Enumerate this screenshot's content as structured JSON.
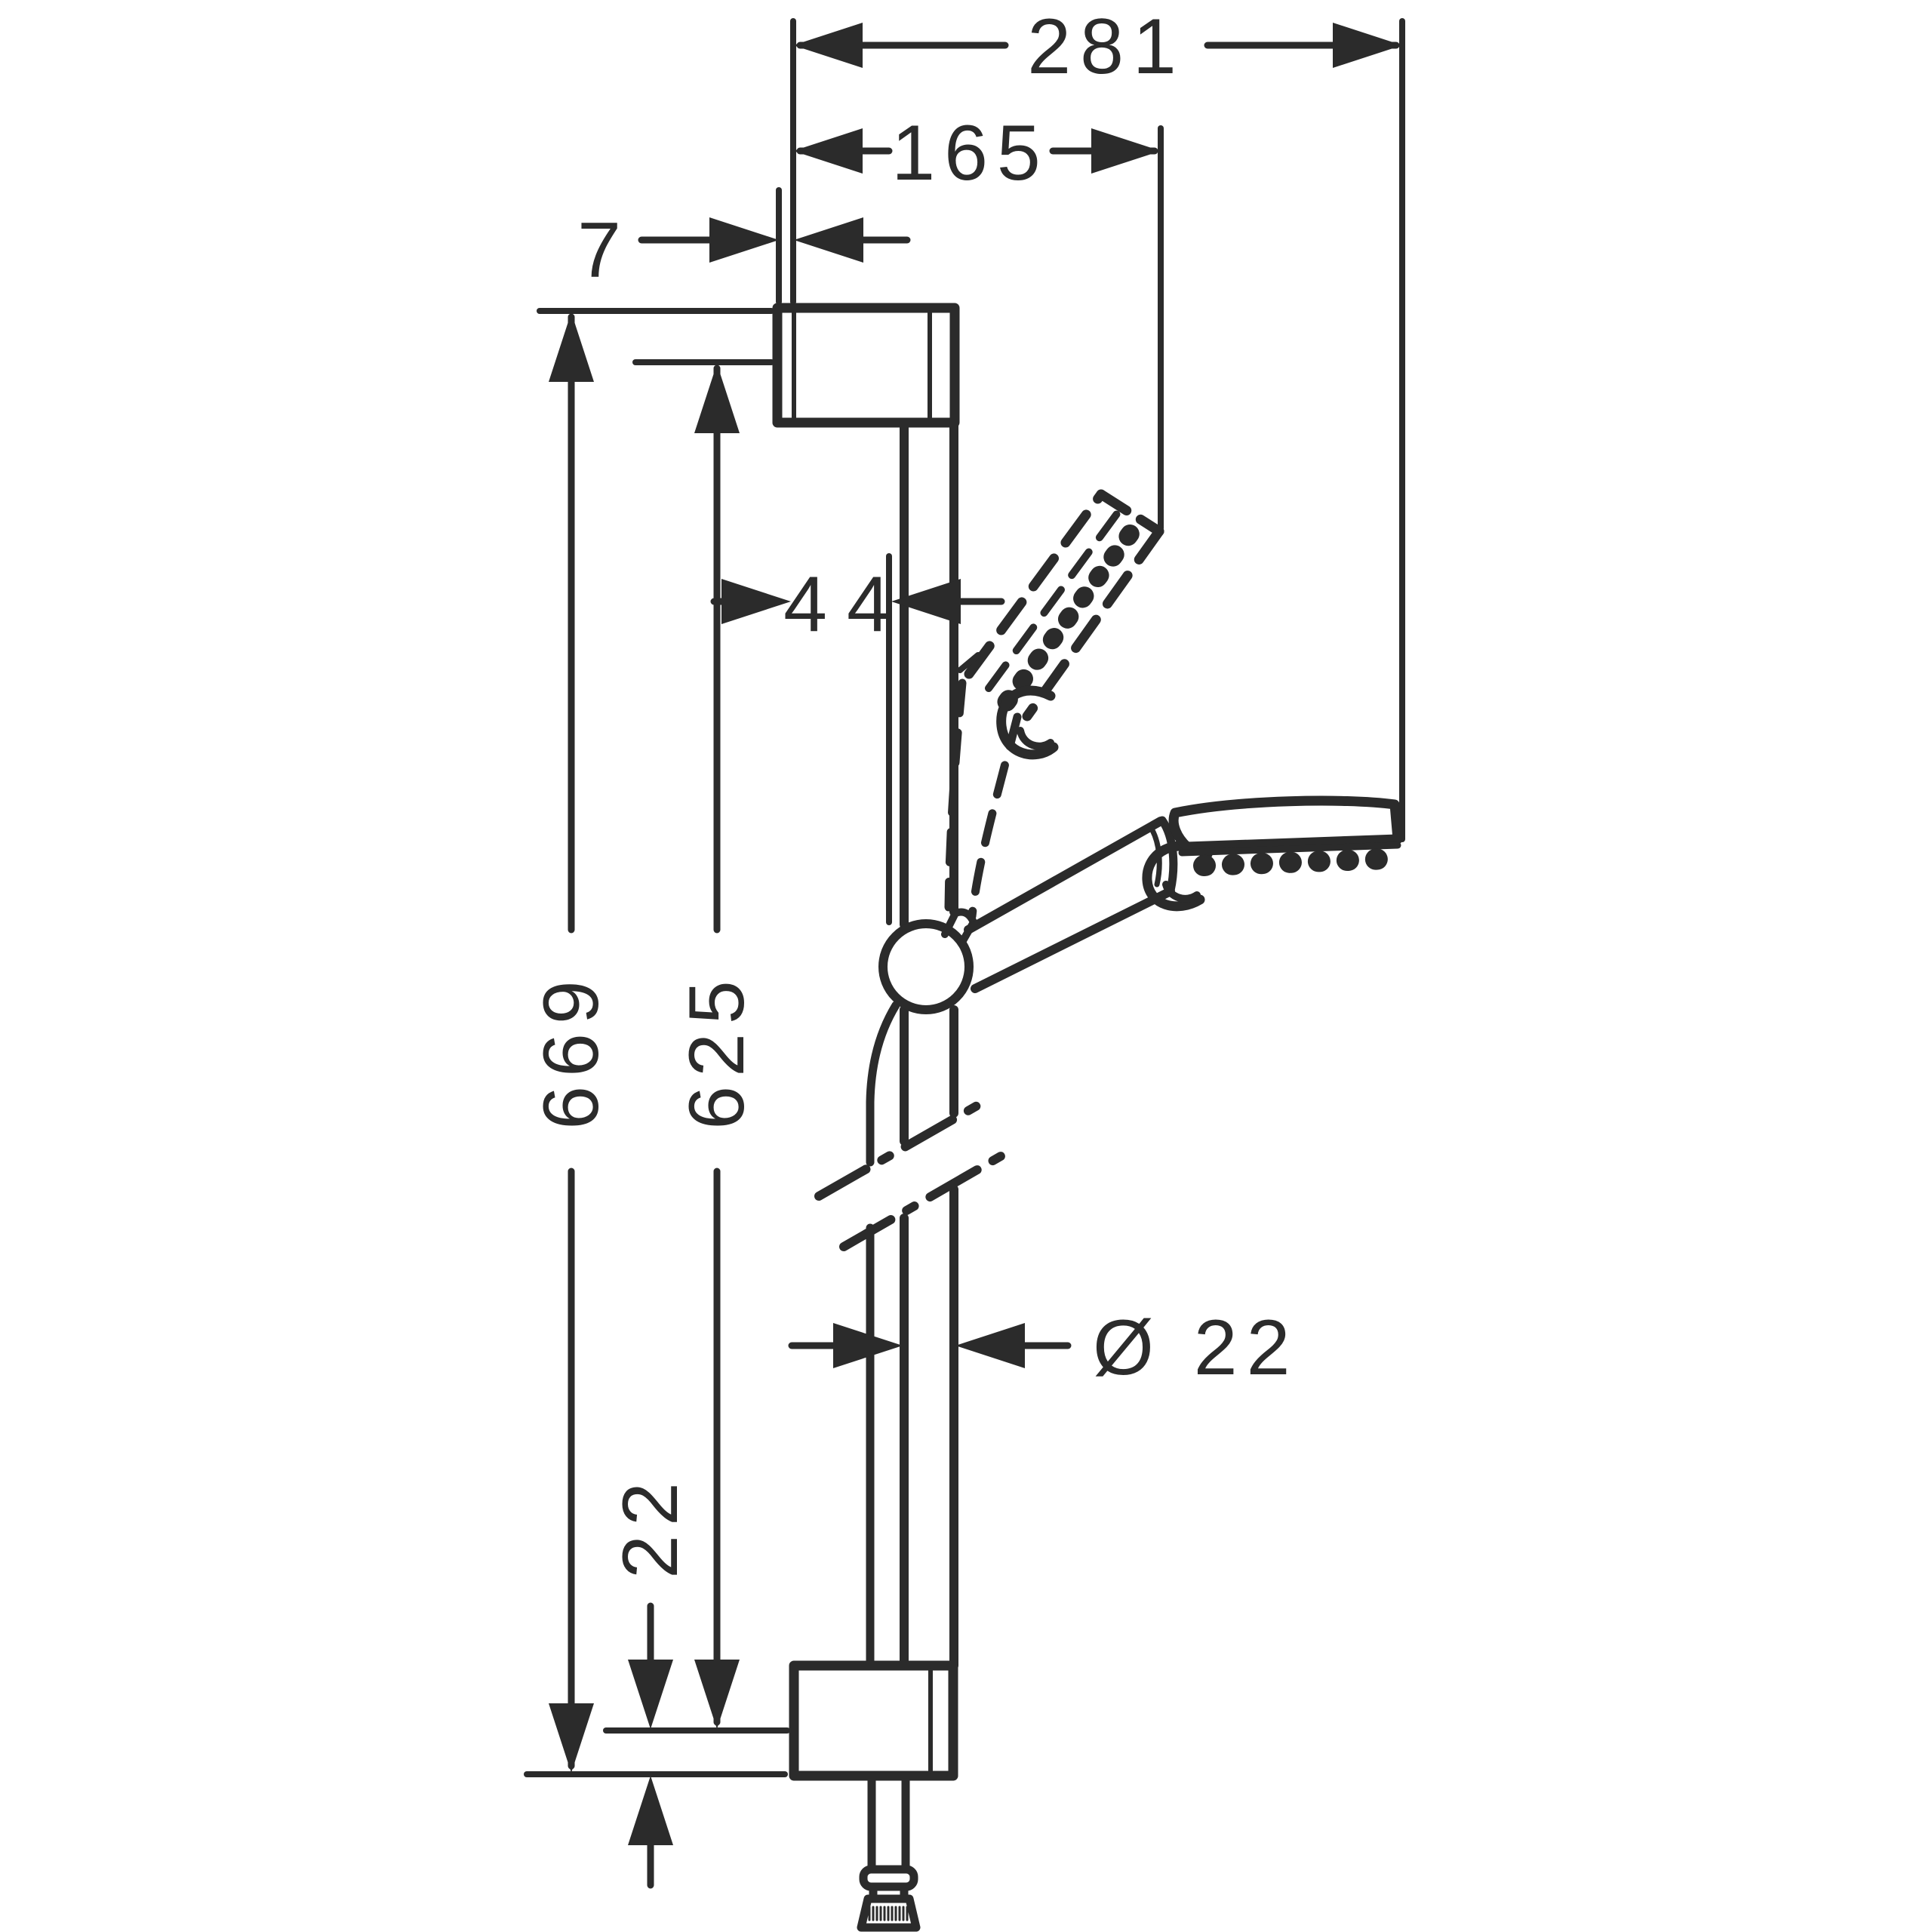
{
  "page": {
    "background_color": "#ffffff",
    "ink_color": "#2b2b2b"
  },
  "drawing": {
    "type": "technical-dimension-diagram",
    "labels": {
      "dim_overall_reach": "281",
      "dim_folded_reach": "165",
      "dim_wall_plate_thickness": "7",
      "dim_rail_offset": "44",
      "dim_bar_length": "669",
      "dim_bracket_spacing": "625",
      "dim_bar_diameter": "Ø 22",
      "dim_end_offset": "22"
    }
  }
}
